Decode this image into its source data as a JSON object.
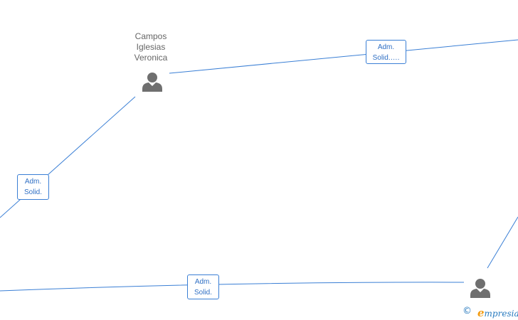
{
  "nodes": [
    {
      "id": "campos",
      "name": "Campos Iglesias Veronica",
      "lines": [
        "Campos",
        "Iglesias",
        "Veronica"
      ],
      "icon": "person-icon"
    },
    {
      "id": "bottom_right",
      "name": "",
      "icon": "person-icon"
    }
  ],
  "edges": [
    {
      "id": "e1",
      "label_lines": [
        "Adm.",
        "Solid.…."
      ]
    },
    {
      "id": "e2",
      "label_lines": [
        "Adm.",
        "Solid."
      ]
    },
    {
      "id": "e3",
      "label_lines": [
        "Adm.",
        "Solid."
      ]
    }
  ],
  "footer": {
    "copyright_symbol": "©",
    "brand_first": "e",
    "brand_rest": "mpresia"
  },
  "colors": {
    "edge": "#3a7fd5",
    "label_text": "#2f6fc4",
    "person": "#6f6f6f",
    "brand_e": "#f39c12"
  }
}
